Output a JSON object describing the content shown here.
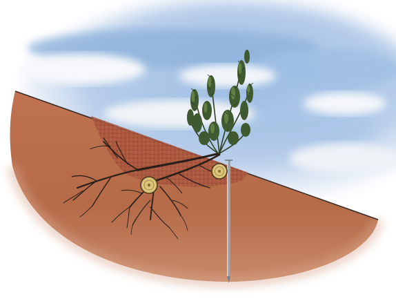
{
  "illustration": {
    "colors": {
      "sky_blue": "#8fb4de",
      "cloud_white": "#f4f6fa",
      "soil": "#b86a48",
      "soil_dark": "#8e4a32",
      "disturbed_soil": "#9c4d3a",
      "root": "#2a1f1a",
      "foliage": "#3f5a30",
      "foliage_light": "#6b8a4a",
      "stake": "#9aa0a6",
      "log_face": "#d9c47a"
    },
    "icons": [
      "shrub",
      "roots",
      "log-pin",
      "stake"
    ]
  }
}
